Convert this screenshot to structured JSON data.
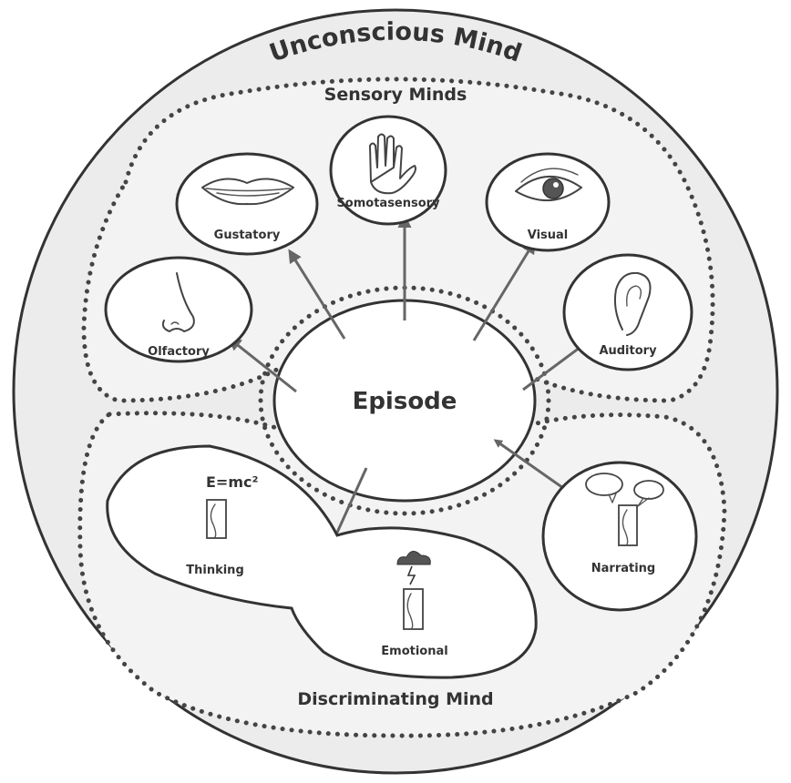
{
  "title": "Unconscious Mind",
  "sensory_group_label": "Sensory Minds",
  "discriminating_group_label": "Discriminating Mind",
  "center_label": "Episode",
  "senses": {
    "gustatory": "Gustatory",
    "somatosensory": "Somotasensory",
    "visual": "Visual",
    "olfactory": "Olfactory",
    "auditory": "Auditory"
  },
  "minds": {
    "thinking": "Thinking",
    "emotional": "Emotional",
    "narrating": "Narrating",
    "formula": "E=mc²"
  },
  "colors": {
    "outer_fill": "#ececec",
    "group_fill": "#f2f2f2",
    "stroke": "#333333",
    "dots": "#444444",
    "arrow": "#666666"
  }
}
